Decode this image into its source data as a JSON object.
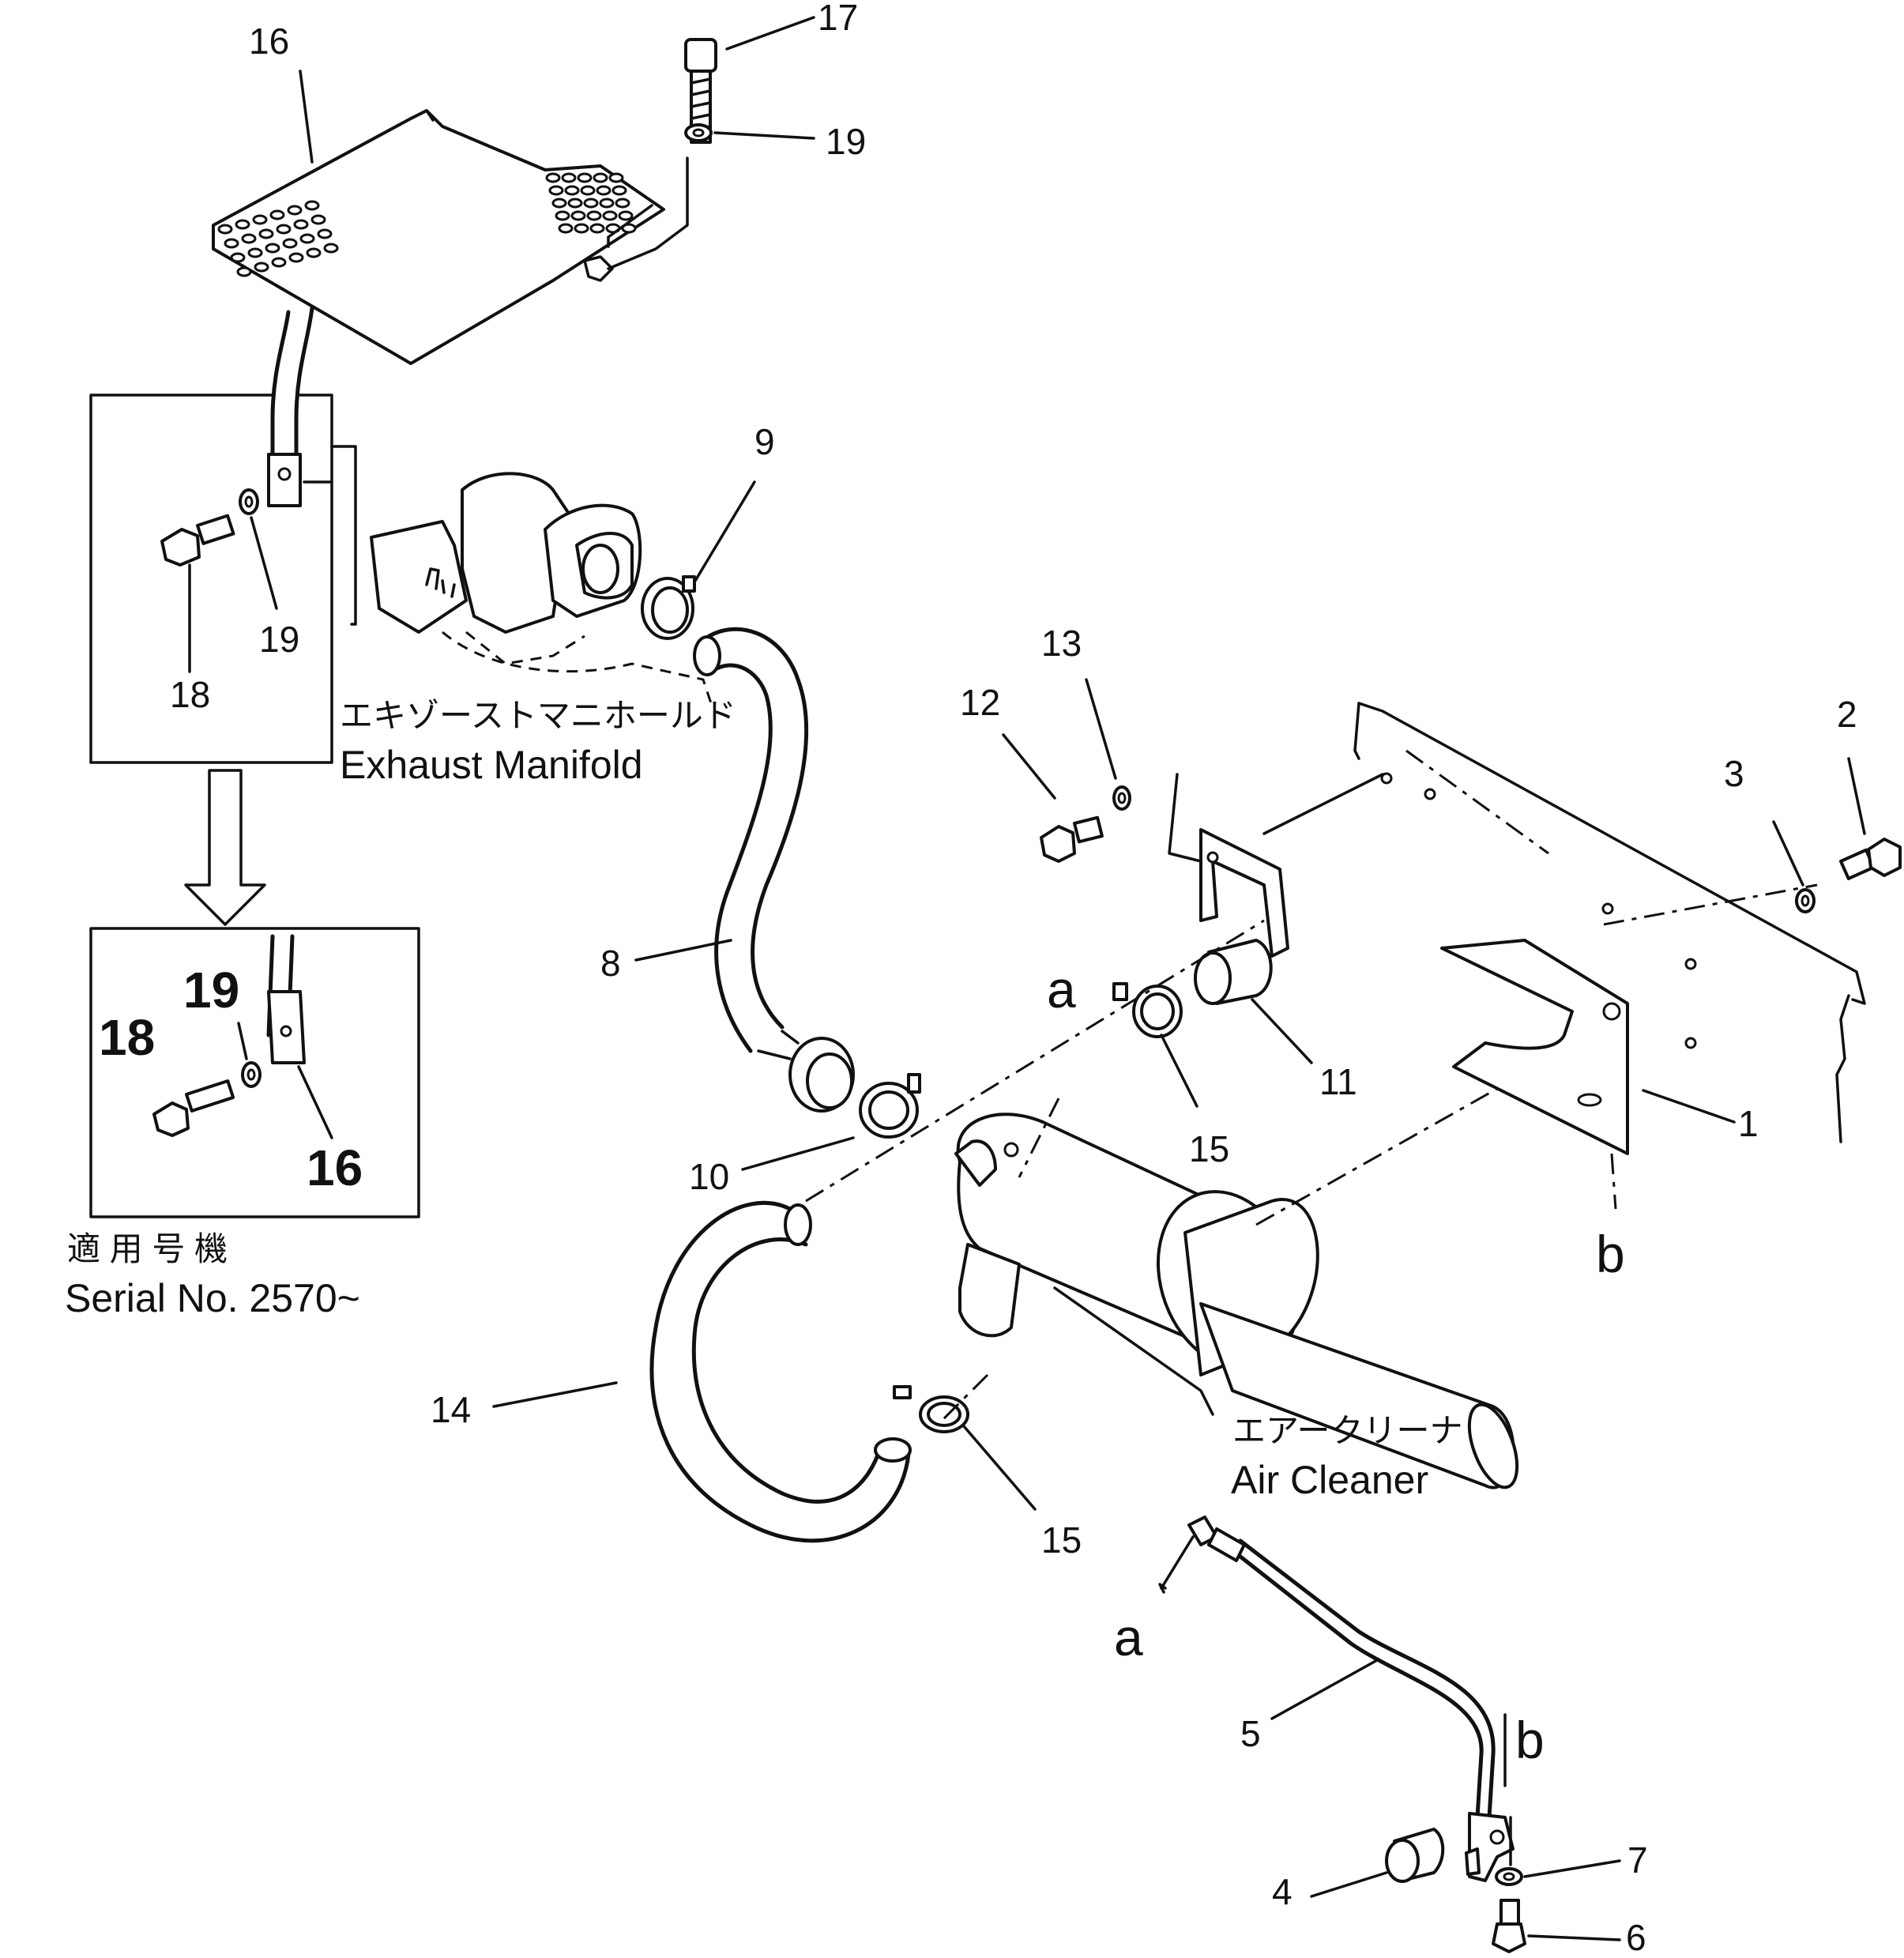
{
  "diagram": {
    "callouts": {
      "p1": "1",
      "p2": "2",
      "p3": "3",
      "p4": "4",
      "p5": "5",
      "p6": "6",
      "p7": "7",
      "p8": "8",
      "p9": "9",
      "p10": "10",
      "p11": "11",
      "p12": "12",
      "p13": "13",
      "p14": "14",
      "p15a": "15",
      "p15b": "15",
      "p16a": "16",
      "p16b": "16",
      "p17": "17",
      "p18a": "18",
      "p18b": "18",
      "p19a": "19",
      "p19b": "19",
      "p19c": "19"
    },
    "connection_letters": {
      "a1": "a",
      "a2": "a",
      "b1": "b",
      "b2": "b"
    },
    "labels": {
      "exhaust_manifold_jp": "エキゾーストマニホールド",
      "exhaust_manifold_en": "Exhaust Manifold",
      "air_cleaner_jp": "エアークリーナ",
      "air_cleaner_en": "Air Cleaner",
      "serial_jp": "適 用 号 機",
      "serial_en": "Serial No. 2570~"
    }
  }
}
